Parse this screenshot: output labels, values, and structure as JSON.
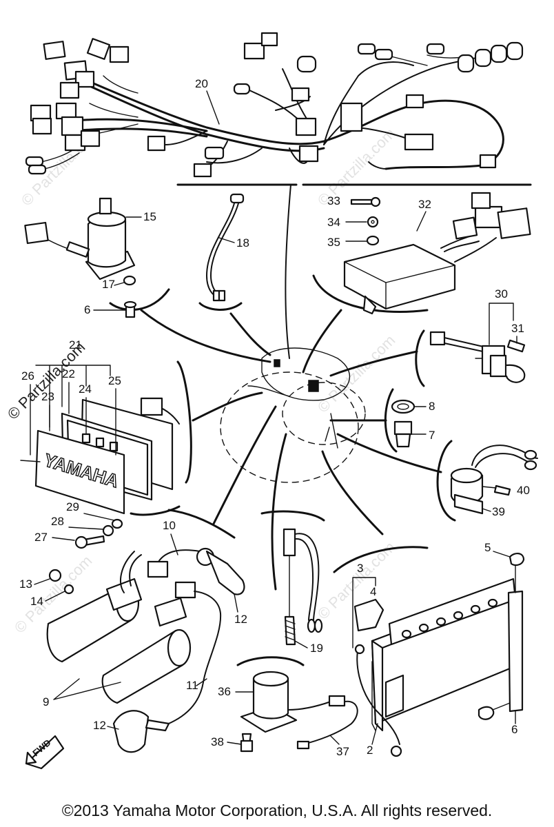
{
  "watermark": "© Partzilla.com",
  "copyright": "©2013  Yamaha Motor Corporation, U.S.A. All rights reserved.",
  "direction_arrow": "FWD",
  "nameplate_text": "YAMAHA",
  "callouts": {
    "c2": "2",
    "c3": "3",
    "c4": "4",
    "c5": "5",
    "c6a": "6",
    "c6b": "6",
    "c7": "7",
    "c8": "8",
    "c9": "9",
    "c10": "10",
    "c11": "11",
    "c12a": "12",
    "c12b": "12",
    "c13": "13",
    "c14": "14",
    "c15": "15",
    "c17": "17",
    "c18": "18",
    "c19": "19",
    "c20": "20",
    "c21": "21",
    "c22": "22",
    "c23": "23",
    "c24": "24",
    "c25": "25",
    "c26": "26",
    "c27": "27",
    "c28": "28",
    "c29": "29",
    "c30": "30",
    "c31": "31",
    "c32": "32",
    "c33": "33",
    "c34": "34",
    "c35": "35",
    "c36": "36",
    "c37": "37",
    "c38": "38",
    "c39": "39",
    "c40": "40"
  }
}
